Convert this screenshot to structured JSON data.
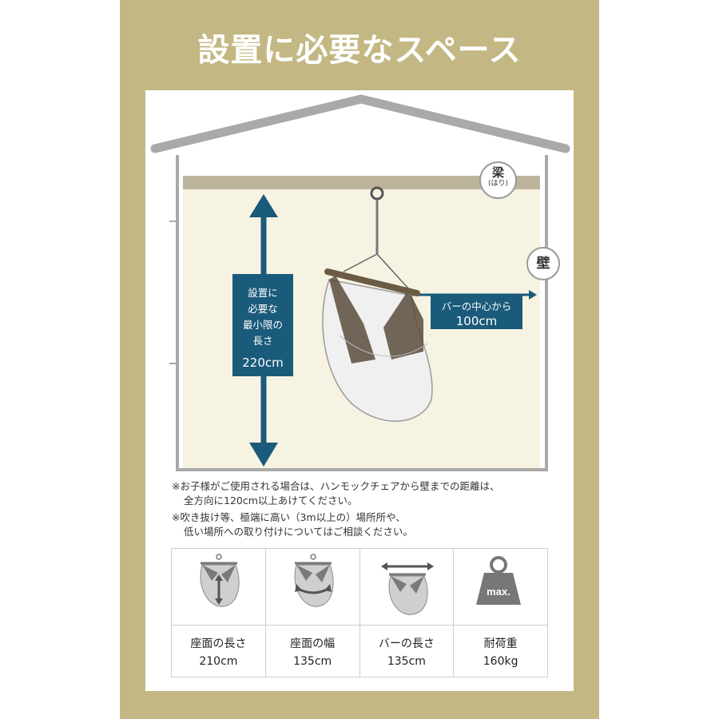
{
  "title": "設置に必要なスペース",
  "tags": {
    "beam": "梁",
    "beam_reading": "(はり)",
    "wall": "壁"
  },
  "vertical_label": {
    "lines": [
      "設置に",
      "必要な",
      "最小限の",
      "長さ"
    ],
    "value": "220cm"
  },
  "horizontal_label": {
    "text": "バーの中心から",
    "value": "100cm"
  },
  "notes": [
    {
      "line1": "※お子様がご使用される場合は、ハンモックチェアから壁までの距離は、",
      "line2": "全方向に120cm以上あけてください。"
    },
    {
      "line1": "※吹き抜け等、極端に高い（3m以上の）場所所や、",
      "line2": "低い場所への取り付けについてはご相談ください。"
    }
  ],
  "specs": [
    {
      "label": "座面の長さ",
      "value": "210cm",
      "icon": "seat-length-icon"
    },
    {
      "label": "座面の幅",
      "value": "135cm",
      "icon": "seat-width-icon"
    },
    {
      "label": "バーの長さ",
      "value": "135cm",
      "icon": "bar-length-icon"
    },
    {
      "label": "耐荷重",
      "value": "160kg",
      "icon": "max-weight-icon",
      "weight_text": "max."
    }
  ],
  "colors": {
    "frame": "#c3b783",
    "accent": "#1a5a7a",
    "wall_fill": "#f6f3e2",
    "beam": "#bcb49b",
    "house_line": "#a9a9a9"
  }
}
